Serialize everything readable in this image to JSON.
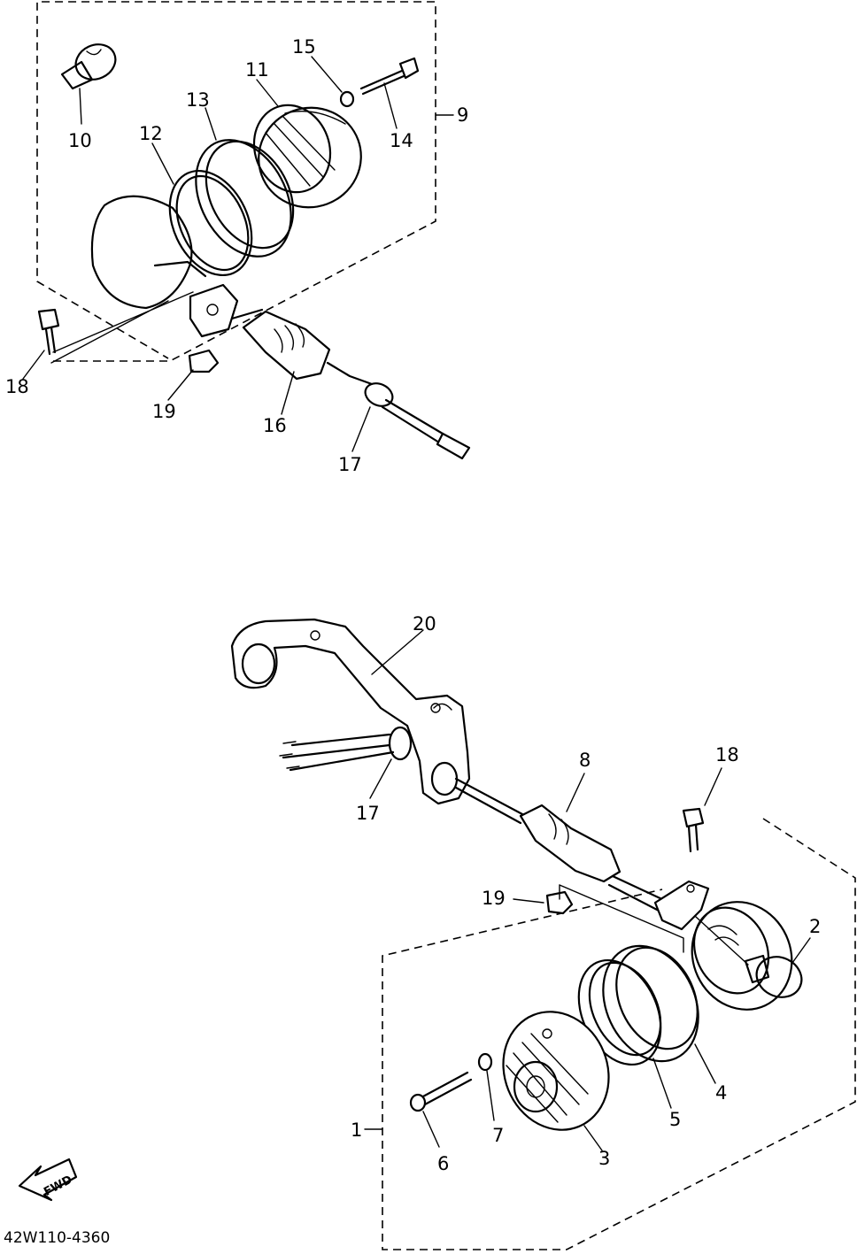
{
  "diagram": {
    "part_code": "42W110-4360",
    "fwd_label": "FWD",
    "callouts": {
      "c1": "1",
      "c2": "2",
      "c3": "3",
      "c4": "4",
      "c5": "5",
      "c6": "6",
      "c7": "7",
      "c8": "8",
      "c9": "9",
      "c10": "10",
      "c11": "11",
      "c12": "12",
      "c13": "13",
      "c14": "14",
      "c15": "15",
      "c16": "16",
      "c17a": "17",
      "c17b": "17",
      "c18a": "18",
      "c18b": "18",
      "c19a": "19",
      "c19b": "19",
      "c20": "20"
    }
  }
}
